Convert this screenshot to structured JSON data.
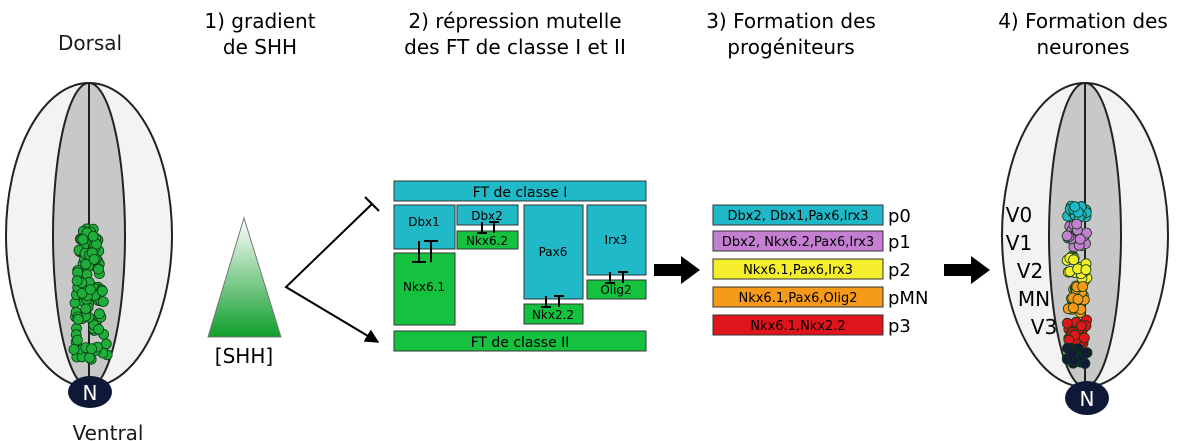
{
  "labels": {
    "dorsal": "Dorsal",
    "ventral": "Ventral",
    "notochord": "N",
    "notochord2": "N",
    "shh": "[SHH]"
  },
  "steps": {
    "step1_line1": "1) gradient",
    "step1_line2": "de SHH",
    "step2_line1": "2) répression mutelle",
    "step2_line2": "des FT de classe I et II",
    "step3_line1": "3) Formation des",
    "step3_line2": "progéniteurs",
    "step4_line1": "4) Formation des",
    "step4_line2": "neurones"
  },
  "ft": {
    "class1": "FT de classe I",
    "class2": "FT de classe II",
    "dbx1": "Dbx1",
    "dbx2": "Dbx2",
    "nkx62": "Nkx6.2",
    "nkx61": "Nkx6.1",
    "pax6": "Pax6",
    "nkx22": "Nkx2.2",
    "irx3": "Irx3",
    "olig2": "Olig2"
  },
  "progenitors": [
    {
      "genes": "Dbx2, Dbx1,Pax6,Irx3",
      "domain": "p0",
      "color": "#1fb8c8"
    },
    {
      "genes": "Dbx2, Nkx6.2,Pax6,Irx3",
      "domain": "p1",
      "color": "#c57fd0"
    },
    {
      "genes": "Nkx6.1,Pax6,Irx3",
      "domain": "p2",
      "color": "#f4ee2c"
    },
    {
      "genes": "Nkx6.1,Pax6,Olig2",
      "domain": "pMN",
      "color": "#f59a1a"
    },
    {
      "genes": "Nkx6.1,Nkx2.2",
      "domain": "p3",
      "color": "#e0141c"
    }
  ],
  "neurons": [
    "V0",
    "V1",
    "V2",
    "MN",
    "V3"
  ],
  "colors": {
    "class1": "#20b9c8",
    "class2": "#15c23f",
    "cell_green": "#1fae3a",
    "notochord": "#101838",
    "neuron_colors": [
      "#1fb8c8",
      "#c57fd0",
      "#f4ee2c",
      "#f59a1a",
      "#e0141c",
      "#131a3a"
    ]
  }
}
